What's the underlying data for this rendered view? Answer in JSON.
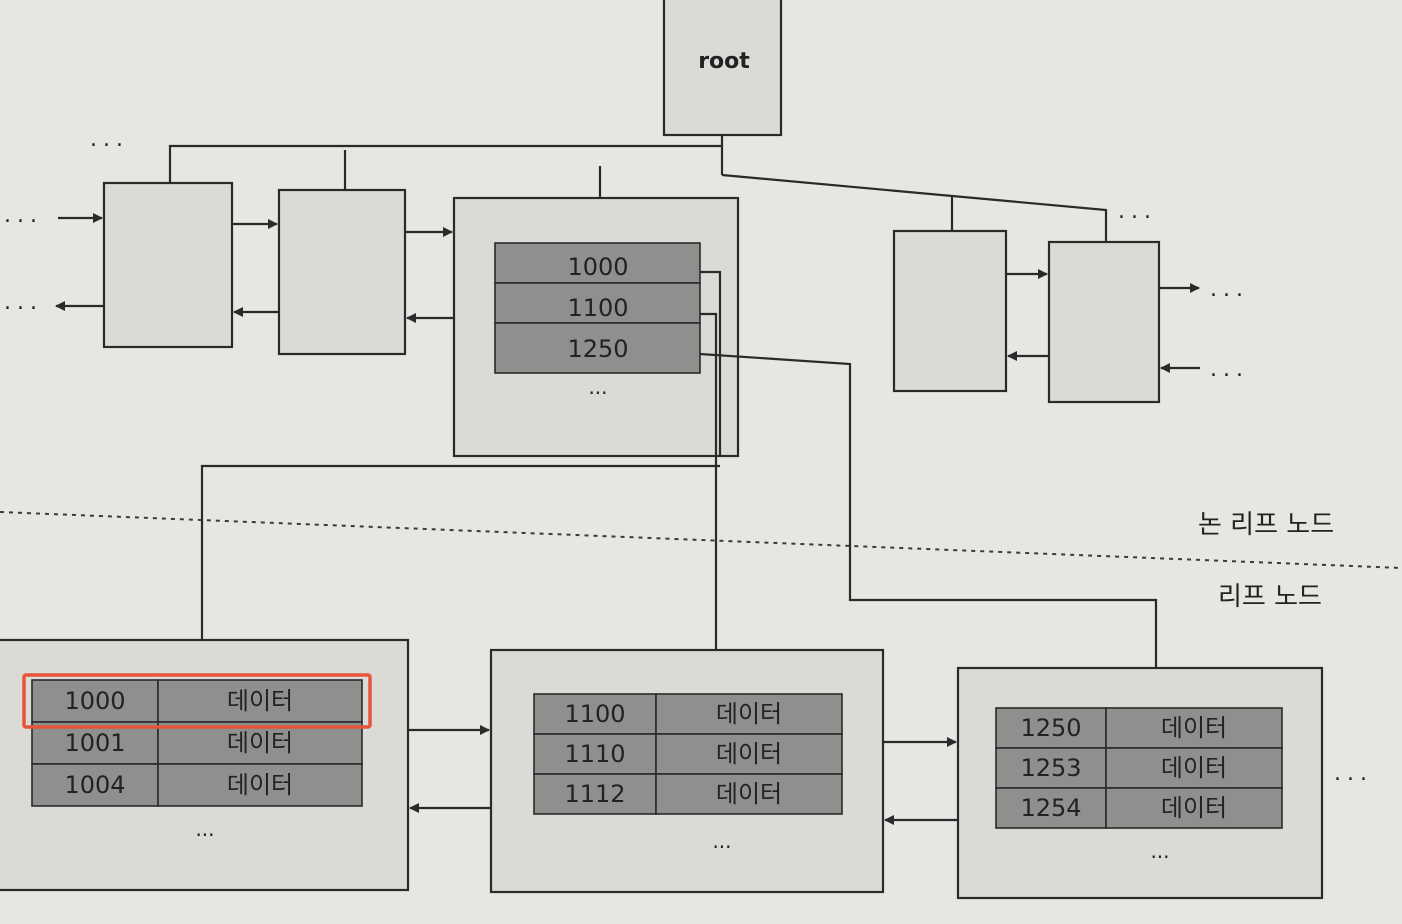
{
  "root_label": "root",
  "ellipsis": "...",
  "level_labels": {
    "non_leaf": "논 리프 노드",
    "leaf": "리프 노드"
  },
  "internal_keys": [
    "1000",
    "1100",
    "1250",
    "..."
  ],
  "leaf_nodes": [
    {
      "rows": [
        {
          "key": "1000",
          "value": "데이터"
        },
        {
          "key": "1001",
          "value": "데이터"
        },
        {
          "key": "1004",
          "value": "데이터"
        }
      ],
      "more": "...",
      "highlighted_row": 0
    },
    {
      "rows": [
        {
          "key": "1100",
          "value": "데이터"
        },
        {
          "key": "1110",
          "value": "데이터"
        },
        {
          "key": "1112",
          "value": "데이터"
        }
      ],
      "more": "..."
    },
    {
      "rows": [
        {
          "key": "1250",
          "value": "데이터"
        },
        {
          "key": "1253",
          "value": "데이터"
        },
        {
          "key": "1254",
          "value": "데이터"
        }
      ],
      "more": "..."
    }
  ],
  "colors": {
    "highlight": "#e8543a",
    "cell_fill": "#8f8f8d",
    "box_fill": "#dadad7"
  }
}
